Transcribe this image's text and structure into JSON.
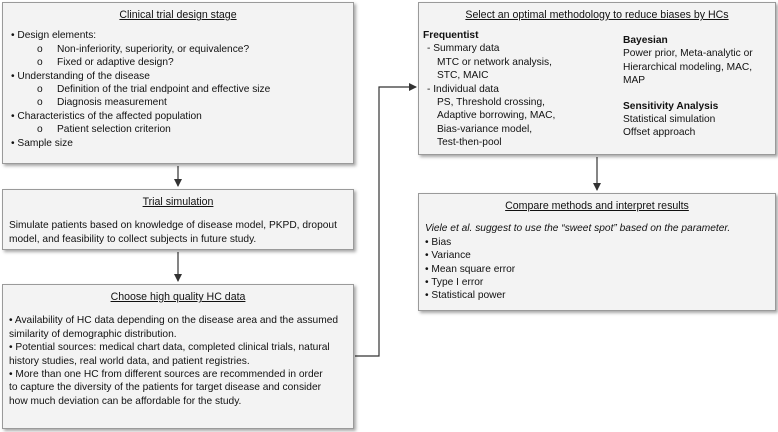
{
  "design": {
    "title": "Clinical trial design stage",
    "items": [
      {
        "kind": "b1",
        "text": "Design elements:"
      },
      {
        "kind": "b2",
        "text": "Non-inferiority, superiority, or equivalence?"
      },
      {
        "kind": "b2",
        "text": "Fixed or adaptive design?"
      },
      {
        "kind": "b1",
        "text": "Understanding of the disease"
      },
      {
        "kind": "b2",
        "text": "Definition of the trial endpoint and effective size"
      },
      {
        "kind": "b2",
        "text": "Diagnosis measurement"
      },
      {
        "kind": "b1",
        "text": "Characteristics of the affected population"
      },
      {
        "kind": "b2",
        "text": "Patient selection criterion"
      },
      {
        "kind": "b1",
        "text": "Sample size"
      }
    ]
  },
  "simulation": {
    "title": "Trial simulation",
    "lines": [
      "Simulate patients based on knowledge of disease model, PKPD, dropout",
      "model, and feasibility to collect subjects in future study."
    ]
  },
  "hc_data": {
    "title": "Choose high quality HC data",
    "lines": [
      "• Availability of HC data depending on the disease area and the assumed",
      "similarity of demographic distribution.",
      "• Potential sources: medical chart data, completed clinical trials, natural",
      "history studies, real world data, and patient registries.",
      "• More than one HC from different sources are recommended in order",
      "to capture the diversity of the patients for target disease and consider",
      "how much deviation can be affordable for the study."
    ]
  },
  "methodology": {
    "title": "Select an optimal methodology to reduce biases by HCs",
    "frequentist": {
      "heading": "Frequentist",
      "summary_label": "-  Summary data",
      "summary_lines": [
        "MTC or network analysis,",
        "STC, MAIC"
      ],
      "individual_label": "-  Individual data",
      "individual_lines": [
        "PS, Threshold crossing,",
        "Adaptive borrowing, MAC,",
        "Bias-variance model,",
        "Test-then-pool"
      ]
    },
    "bayesian": {
      "heading": "Bayesian",
      "lines": [
        "Power prior, Meta-analytic or",
        "Hierarchical modeling, MAC,",
        "MAP"
      ]
    },
    "sensitivity": {
      "heading": "Sensitivity Analysis",
      "lines": [
        "Statistical simulation",
        "Offset approach"
      ]
    },
    "bullet_glyph": "•",
    "sub_glyph": "o"
  },
  "compare": {
    "title": "Compare methods and interpret results",
    "intro": "Viele et al. suggest to use the “sweet spot” based on the parameter.",
    "bullets": [
      "• Bias",
      "• Variance",
      "• Mean square error",
      "• Type I error",
      "• Statistical power"
    ]
  }
}
